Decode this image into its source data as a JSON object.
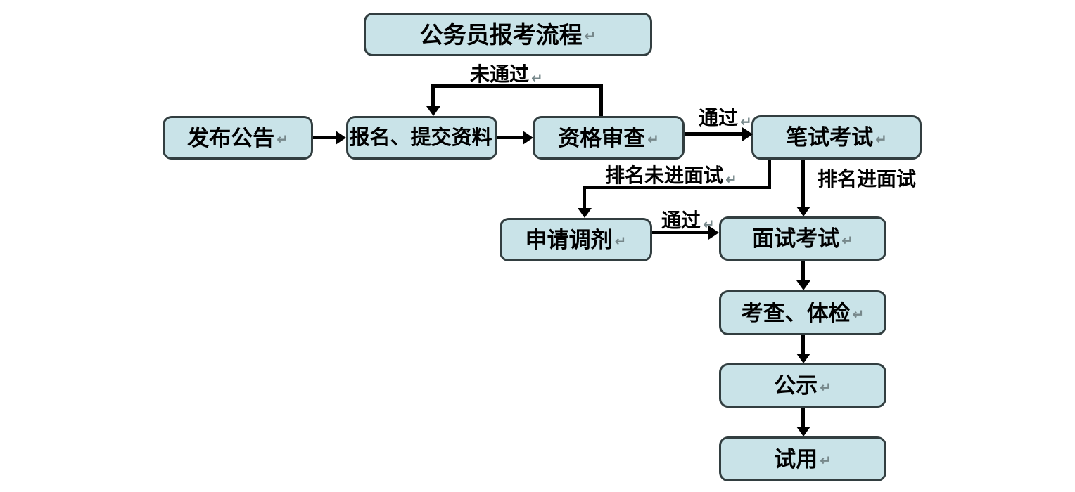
{
  "title": {
    "text": "公务员报考流程",
    "return_mark": "↵"
  },
  "nodes": {
    "announce": {
      "label": "发布公告",
      "return_mark": "↵"
    },
    "register": {
      "label": "报名、提交资料",
      "return_mark": ""
    },
    "review": {
      "label": "资格审查",
      "return_mark": "↵"
    },
    "written": {
      "label": "笔试考试",
      "return_mark": "↵"
    },
    "transfer": {
      "label": "申请调剂",
      "return_mark": "↵"
    },
    "interview": {
      "label": "面试考试",
      "return_mark": "↵"
    },
    "inspect": {
      "label": "考查、体检",
      "return_mark": "↵"
    },
    "publicity": {
      "label": "公示",
      "return_mark": "↵"
    },
    "probation": {
      "label": "试用",
      "return_mark": "↵"
    }
  },
  "edge_labels": {
    "not_passed": {
      "text": "未通过",
      "return_mark": "↵"
    },
    "passed_review": {
      "text": "通过",
      "return_mark": "↵"
    },
    "rank_not_in": {
      "text": "排名未进面试",
      "return_mark": "↵"
    },
    "rank_in": {
      "text": "排名进面试",
      "return_mark": ""
    },
    "passed_transfer": {
      "text": "通过",
      "return_mark": "↵"
    }
  },
  "edges": [
    {
      "from": "发布公告",
      "to": "报名、提交资料",
      "label": ""
    },
    {
      "from": "报名、提交资料",
      "to": "资格审查",
      "label": ""
    },
    {
      "from": "资格审查",
      "to": "报名、提交资料",
      "label": "未通过"
    },
    {
      "from": "资格审查",
      "to": "笔试考试",
      "label": "通过"
    },
    {
      "from": "笔试考试",
      "to": "申请调剂",
      "label": "排名未进面试"
    },
    {
      "from": "笔试考试",
      "to": "面试考试",
      "label": "排名进面试"
    },
    {
      "from": "申请调剂",
      "to": "面试考试",
      "label": "通过"
    },
    {
      "from": "面试考试",
      "to": "考查、体检",
      "label": ""
    },
    {
      "from": "考查、体检",
      "to": "公示",
      "label": ""
    },
    {
      "from": "公示",
      "to": "试用",
      "label": ""
    }
  ],
  "colors": {
    "node_fill": "#c9e3e8",
    "node_border": "#323e40",
    "arrow": "#000000",
    "text": "#000000",
    "return_mark": "#76878a",
    "background": "#ffffff"
  }
}
